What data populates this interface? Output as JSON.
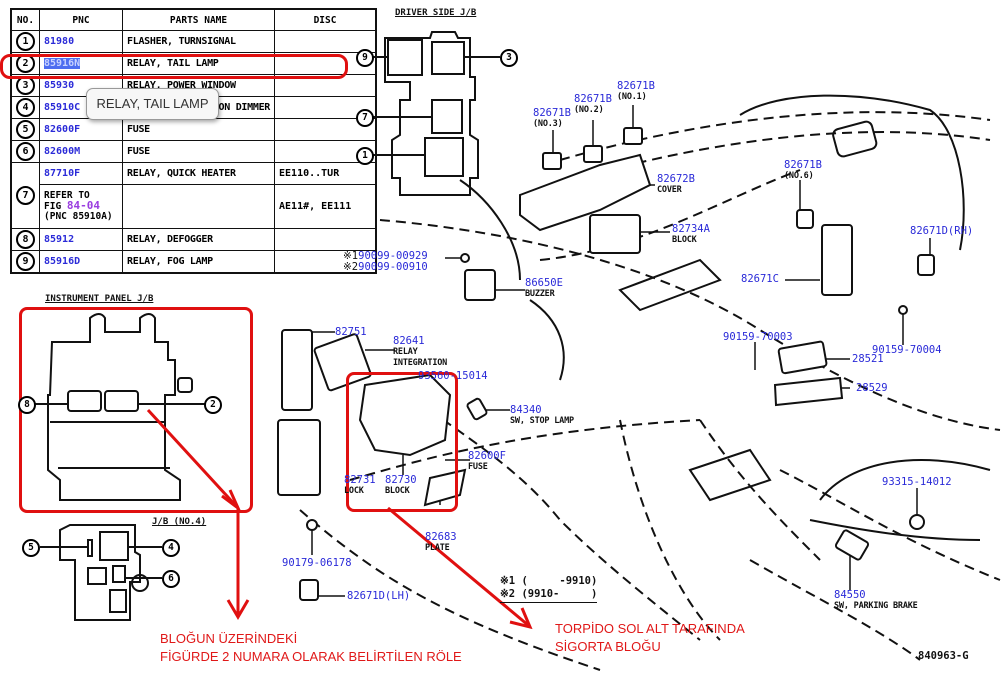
{
  "parts_table": {
    "headers": [
      "NO.",
      "PNC",
      "PARTS NAME",
      "DISC"
    ],
    "rows": [
      {
        "no": "1",
        "pnc": "81980",
        "name": "FLASHER, TURNSIGNAL",
        "disc": ""
      },
      {
        "no": "2",
        "pnc": "85916N",
        "name": "RELAY, TAIL LAMP",
        "disc": "",
        "selected": true
      },
      {
        "no": "3",
        "pnc": "85930",
        "name": "RELAY, POWER WINDOW",
        "disc": ""
      },
      {
        "no": "4",
        "pnc": "85910C",
        "name": "RELAY, INTEGRATION DIMMER",
        "disc": ""
      },
      {
        "no": "5",
        "pnc": "82600F",
        "name": "FUSE",
        "disc": ""
      },
      {
        "no": "6",
        "pnc": "82600M",
        "name": "FUSE",
        "disc": ""
      },
      {
        "no": "7",
        "pnc": "87710F",
        "name": "RELAY, QUICK HEATER",
        "disc": "EE110..TUR"
      },
      {
        "no": "",
        "pnc_refer": "REFER TO",
        "fig_prefix": "FIG",
        "fig_link": "84-04",
        "pnc_note": "(PNC 85910A)",
        "name": "",
        "disc": "AE11#, EE111"
      },
      {
        "no": "8",
        "pnc": "85912",
        "name": "RELAY, DEFOGGER",
        "disc": ""
      },
      {
        "no": "9",
        "pnc": "85916D",
        "name": "RELAY, FOG LAMP",
        "disc": ""
      }
    ]
  },
  "tooltip": {
    "text": "RELAY, TAIL LAMP"
  },
  "driver_side_jb": {
    "title": "DRIVER SIDE J/B",
    "callouts": [
      "9",
      "3",
      "7",
      "1"
    ]
  },
  "instrument_panel_jb": {
    "title": "INSTRUMENT PANEL J/B",
    "callouts": [
      "8",
      "2"
    ]
  },
  "jb_no4": {
    "title": "J/B (NO.4)",
    "callouts": [
      "5",
      "4",
      "6"
    ]
  },
  "part_labels": {
    "p82671b_3": {
      "code": "82671B",
      "sub": "(NO.3)"
    },
    "p82671b_2": {
      "code": "82671B",
      "sub": "(NO.2)"
    },
    "p82671b_1": {
      "code": "82671B",
      "sub": "(NO.1)"
    },
    "p82672b": {
      "code": "82672B",
      "sub": "COVER"
    },
    "p82734a": {
      "code": "82734A",
      "sub": "BLOCK"
    },
    "p82671b_6": {
      "code": "82671B",
      "sub": "(NO.6)"
    },
    "p82671d_rh": {
      "code": "82671D(RH)"
    },
    "p82671c": {
      "code": "82671C"
    },
    "p90099_00929": {
      "mark": "※1",
      "code": "90099-00929"
    },
    "p90099_00910": {
      "mark": "※2",
      "code": "90099-00910"
    },
    "p86650e": {
      "code": "86650E",
      "sub": "BUZZER"
    },
    "p82751": {
      "code": "82751"
    },
    "p82641": {
      "code": "82641",
      "sub1": "RELAY",
      "sub2": "INTEGRATION"
    },
    "p93560_15014": {
      "code": "93560-15014"
    },
    "p90159_70003": {
      "code": "90159-70003"
    },
    "p90159_70004": {
      "code": "90159-70004"
    },
    "p28521": {
      "code": "28521"
    },
    "p28529": {
      "code": "28529"
    },
    "p84340": {
      "code": "84340",
      "sub": "SW, STOP LAMP"
    },
    "p82600f": {
      "code": "82600F",
      "sub": "FUSE"
    },
    "p82731": {
      "code": "82731",
      "sub": "LOCK"
    },
    "p82730": {
      "code": "82730",
      "sub": "BLOCK"
    },
    "p82683": {
      "code": "82683",
      "sub": "PLATE"
    },
    "p90179_06178": {
      "code": "90179-06178"
    },
    "p82671d_lh": {
      "code": "82671D(LH)"
    },
    "p93315_14012": {
      "code": "93315-14012"
    },
    "p84550": {
      "code": "84550",
      "sub": "SW, PARKING BRAKE"
    }
  },
  "legend": {
    "line1": "※1 (     -9910)",
    "line2": "※2 (9910-     )"
  },
  "figure_id": "840963-G",
  "annotations": {
    "left_note_line1": "BLOĞUN ÜZERİNDEKİ",
    "left_note_line2": "FİGÜRDE 2 NUMARA OLARAK BELİRTİLEN RÖLE",
    "right_note_line1": "TORPİDO SOL ALT TARAFINDA",
    "right_note_line2": "SİGORTA BLOĞU",
    "highlight_color": "#e01010",
    "part_code_color": "#2a2ad8"
  }
}
